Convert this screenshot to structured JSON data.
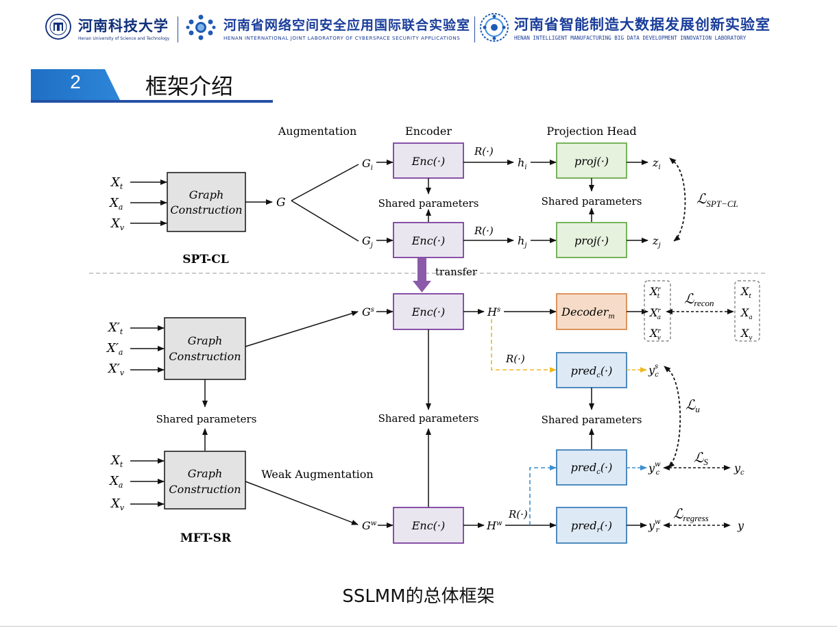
{
  "header": {
    "university_name": "河南科技大学",
    "university_sub": "Henan University of Science and Technology",
    "lab1_name": "河南省网络空间安全应用国际联合实验室",
    "lab1_sub": "HENAN INTERNATIONAL JOINT LABORATORY OF CYBERSPACE SECURITY APPLICATIONS",
    "lab2_name": "河南省智能制造大数据发展创新实验室",
    "lab2_sub": "HENAN INTELLIGENT MANUFACTURING BIG DATA DEVELOPMENT INNOVATION LABORATORY",
    "colors": {
      "brand": "#1a3d9a",
      "tab": "#1f6fc5"
    }
  },
  "section": {
    "number": "2",
    "title": "框架介绍"
  },
  "diagram": {
    "col_augmentation": "Augmentation",
    "col_encoder": "Encoder",
    "col_projection": "Projection Head",
    "graph_construction_l1": "Graph",
    "graph_construction_l2": "Construction",
    "shared_parameters": "Shared parameters",
    "transfer": "transfer",
    "weak_augmentation": "Weak Augmentation",
    "spt_cl": "SPT-CL",
    "mft_sr": "MFT-SR",
    "enc": "Enc(·)",
    "proj": "proj(·)",
    "decoder": "Decoder",
    "decoder_sub": "m",
    "pred_c": "pred",
    "pred_sub_c": "c",
    "pred_sub_r": "r",
    "pred_arg": "(·)",
    "R": "R(·)",
    "loss_spt": "SPT−CL",
    "loss_recon": "recon",
    "loss_u": "u",
    "loss_s": "S",
    "loss_regress": "regress",
    "colors": {
      "enc_fill": "#eae6ef",
      "enc_stroke": "#7a3f9e",
      "proj_fill": "#e6f1de",
      "proj_stroke": "#6aab4a",
      "dec_fill": "#f6dcc8",
      "dec_stroke": "#d98a4e",
      "pred_fill": "#dde9f5",
      "pred_stroke": "#3e80b8",
      "graph_fill": "#e3e3e3",
      "transfer_arrow": "#8b5aa8",
      "yellow_dash": "#f0b820",
      "blue_dash": "#3a8fd0"
    }
  },
  "caption": "SSLMM的总体框架"
}
